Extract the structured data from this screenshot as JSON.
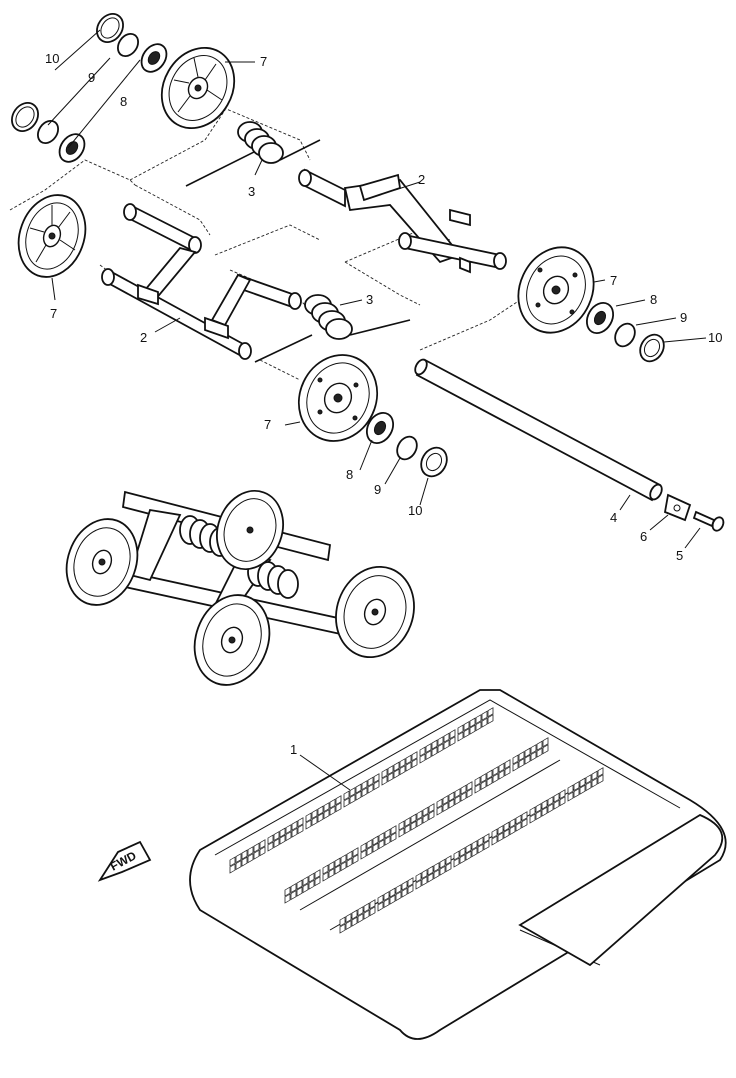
{
  "callouts": {
    "c1": "1",
    "c2a": "2",
    "c2b": "2",
    "c3a": "3",
    "c3b": "3",
    "c4": "4",
    "c5": "5",
    "c6": "6",
    "c7a": "7",
    "c7b": "7",
    "c7c": "7",
    "c7d": "7",
    "c8a": "8",
    "c8b": "8",
    "c8c": "8",
    "c9a": "9",
    "c9b": "9",
    "c9c": "9",
    "c10a": "10",
    "c10b": "10",
    "c10c": "10"
  },
  "direction_marker": "FWD"
}
